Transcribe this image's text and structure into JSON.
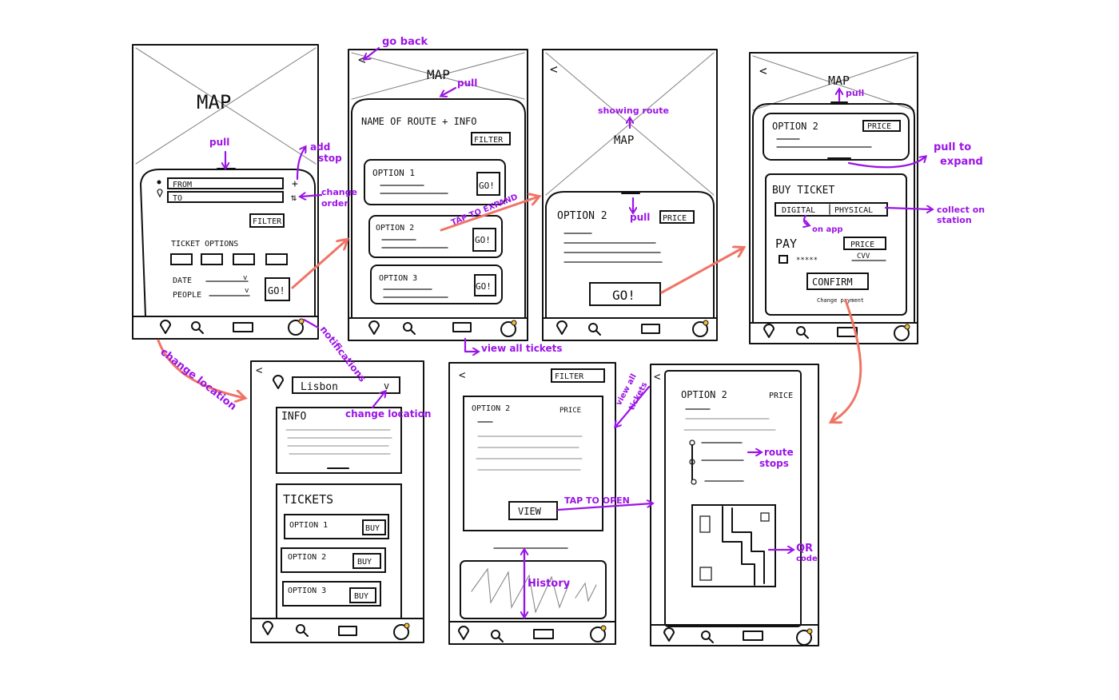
{
  "screens": {
    "home": {
      "map_label": "MAP",
      "from_field": "FROM",
      "to_field": "TO",
      "filter_label": "FILTER",
      "ticket_options_label": "TICKET OPTIONS",
      "date_label": "DATE",
      "people_label": "PEOPLE",
      "go_label": "GO!"
    },
    "routes": {
      "map_label": "MAP",
      "title": "NAME OF ROUTE + INFO",
      "filter_label": "FILTER",
      "options": [
        {
          "label": "OPTION 1",
          "go": "GO!"
        },
        {
          "label": "OPTION 2",
          "go": "GO!"
        },
        {
          "label": "OPTION 3",
          "go": "GO!"
        }
      ]
    },
    "route_map": {
      "map_label": "MAP",
      "option_label": "OPTION 2",
      "price_label": "PRICE",
      "go_label": "GO!"
    },
    "buy": {
      "map_label": "MAP",
      "option_label": "OPTION 2",
      "price_label": "PRICE",
      "buy_title": "BUY TICKET",
      "digital_label": "DIGITAL",
      "physical_label": "PHYSICAL",
      "pay_label": "PAY",
      "card_mask": "*****",
      "price_box_label": "PRICE",
      "cvv_label": "CVV",
      "confirm_label": "CONFIRM",
      "change_payment": "Change payment"
    },
    "location": {
      "location_value": "Lisbon",
      "info_title": "INFO",
      "tickets_title": "TICKETS",
      "tickets": [
        {
          "label": "OPTION 1",
          "buy": "BUY"
        },
        {
          "label": "OPTION 2",
          "buy": "BUY"
        },
        {
          "label": "OPTION 3",
          "buy": "BUY"
        }
      ]
    },
    "tickets": {
      "filter_label": "FILTER",
      "option_label": "OPTION 2",
      "price_label": "PRICE",
      "view_label": "VIEW"
    },
    "ticket_detail": {
      "option_label": "OPTION 2",
      "price_label": "PRICE"
    }
  },
  "annotations": {
    "go_back": "go back",
    "pull_1": "pull",
    "pull_2": "pull",
    "pull_3": "pull",
    "pull_4": "pull",
    "add_stop_1": "add",
    "add_stop_2": "stop",
    "change_order_1": "change",
    "change_order_2": "order",
    "tap_to_expand": "TAP TO EXPAND",
    "showing_route": "showing route",
    "pull_to_expand_1": "pull to",
    "pull_to_expand_2": "expand",
    "collect_on_station_1": "collect on",
    "collect_on_station_2": "station",
    "on_app": "on app",
    "change_location_1": "change location",
    "notifications": "notifications",
    "change_location_2": "change location",
    "view_all_tickets": "view all tickets",
    "view_all_tickets_2a": "view all",
    "view_all_tickets_2b": "tickets",
    "tap_to_open": "TAP TO OPEN",
    "history": "History",
    "route_stops_1": "route",
    "route_stops_2": "stops",
    "qr_code_1": "QR",
    "qr_code_2": "code"
  },
  "colors": {
    "annotation": "#9b14e6",
    "flow_arrow": "#f07466",
    "ink": "#111111"
  }
}
